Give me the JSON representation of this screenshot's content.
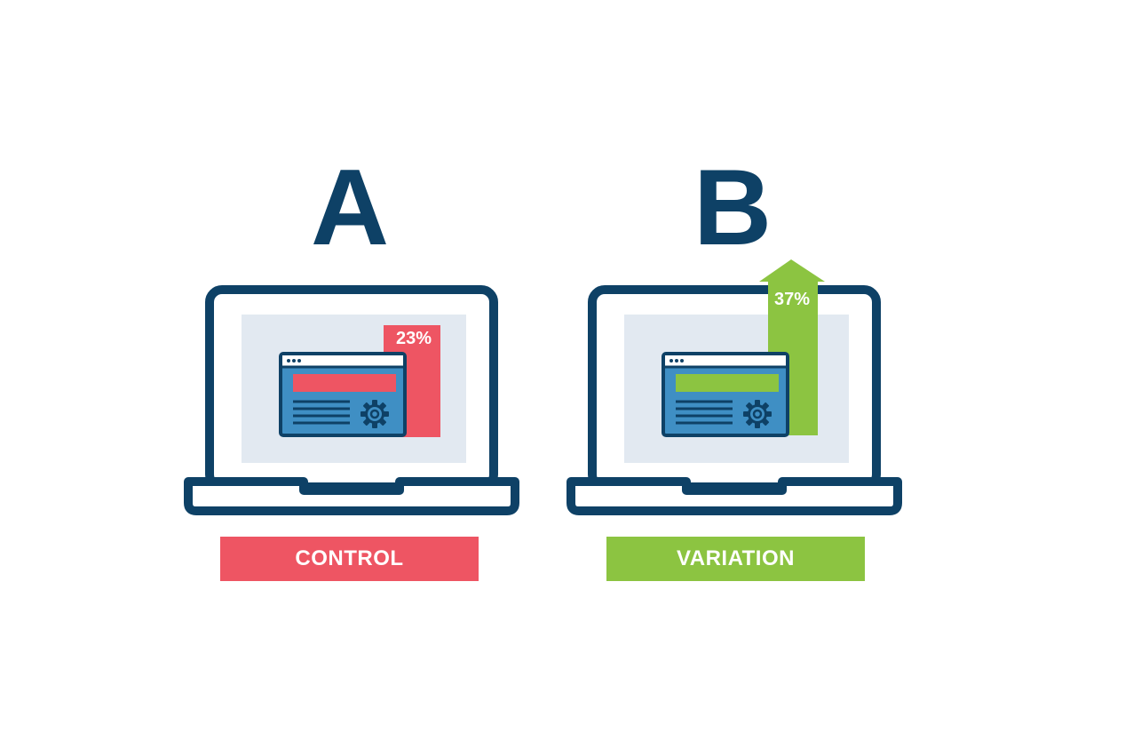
{
  "colors": {
    "navy": "#0e4166",
    "screen_bg": "#e2e9f1",
    "window_blue": "#3f8fc4",
    "control_red": "#ee5563",
    "variation_green": "#8cc441",
    "white": "#ffffff"
  },
  "variants": [
    {
      "letter": "A",
      "label": "CONTROL",
      "percent": "23%",
      "value": 23,
      "accent": "#ee5563",
      "indicator": "bar"
    },
    {
      "letter": "B",
      "label": "VARIATION",
      "percent": "37%",
      "value": 37,
      "accent": "#8cc441",
      "indicator": "arrow"
    }
  ],
  "icons": [
    "laptop-icon",
    "browser-window-icon",
    "gear-icon",
    "up-arrow-icon"
  ]
}
